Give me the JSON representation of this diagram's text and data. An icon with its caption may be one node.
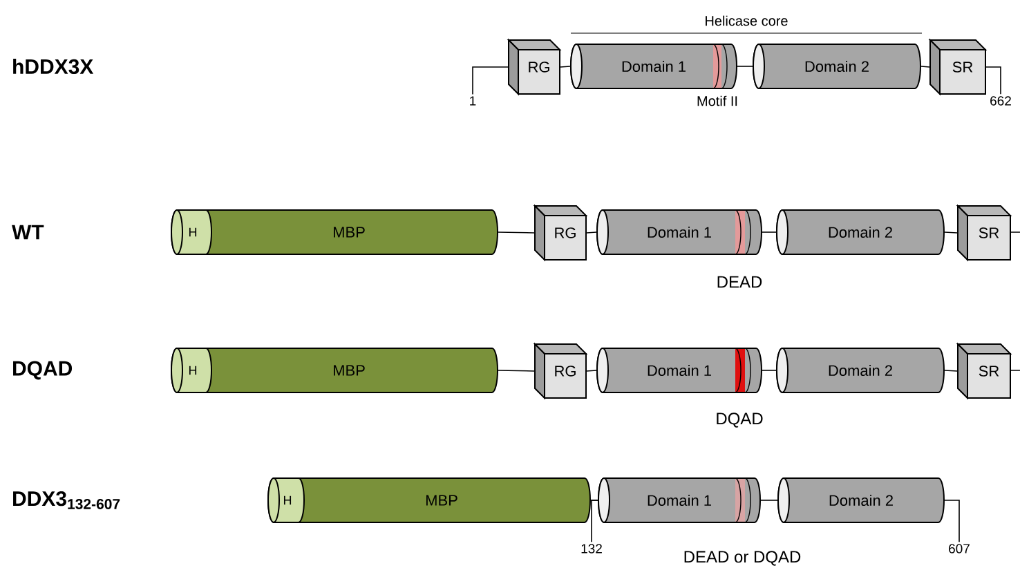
{
  "diagram": {
    "nodes": [
      {
        "text": [
          "RG"
        ]
      },
      {
        "text": [
          "Domain 1"
        ]
      },
      {
        "text": [
          "Domain 2"
        ]
      },
      {
        "text": [
          "SR"
        ]
      },
      {
        "text": [
          "H",
          "MBP"
        ]
      },
      {
        "text": [
          "RG"
        ]
      },
      {
        "text": [
          "Domain 1"
        ]
      },
      {
        "text": [
          "Domain 2"
        ]
      },
      {
        "text": [
          "SR"
        ]
      },
      {
        "text": [
          "H",
          "MBP"
        ]
      },
      {
        "text": [
          "RG"
        ]
      },
      {
        "text": [
          "Domain 1"
        ]
      },
      {
        "text": [
          "Domain 2"
        ]
      },
      {
        "text": [
          "SR"
        ]
      },
      {
        "text": [
          "H",
          "MBP"
        ]
      },
      {
        "text": [
          "Domain 1"
        ]
      },
      {
        "text": [
          "Domain 2"
        ]
      },
      {
        "text": [
          "1"
        ]
      },
      {
        "text": [
          "662"
        ]
      },
      {
        "text": [
          "132"
        ]
      },
      {
        "text": [
          "607"
        ]
      }
    ],
    "edges": [
      {
        "from": 0,
        "to": 1,
        "arrow": "none"
      },
      {
        "from": 1,
        "to": 2,
        "arrow": "none"
      },
      {
        "from": 2,
        "to": 3,
        "arrow": "none"
      },
      {
        "from": 4,
        "to": 5,
        "arrow": "none"
      },
      {
        "from": 5,
        "to": 6,
        "arrow": "none"
      },
      {
        "from": 6,
        "to": 7,
        "arrow": "none"
      },
      {
        "from": 7,
        "to": 8,
        "arrow": "none"
      },
      {
        "from": 9,
        "to": 10,
        "arrow": "none"
      },
      {
        "from": 10,
        "to": 11,
        "arrow": "none"
      },
      {
        "from": 11,
        "to": 12,
        "arrow": "none"
      },
      {
        "from": 12,
        "to": 13,
        "arrow": "none"
      },
      {
        "from": 14,
        "to": 15,
        "arrow": "none"
      },
      {
        "from": 15,
        "to": 16,
        "arrow": "none"
      },
      {
        "from": 17,
        "to": 0,
        "arrow": "none"
      },
      {
        "from": 3,
        "to": 18,
        "arrow": "none"
      },
      {
        "from": 19,
        "to": 15,
        "arrow": "none"
      },
      {
        "from": 16,
        "to": 20,
        "arrow": "none"
      }
    ],
    "labels": [
      "hDDX3X",
      "Helicase core",
      "Motif II",
      "WT",
      "DEAD",
      "DQAD",
      "DQAD",
      "DDX3$_{132-607}$",
      "DEAD or DQAD"
    ]
  }
}
